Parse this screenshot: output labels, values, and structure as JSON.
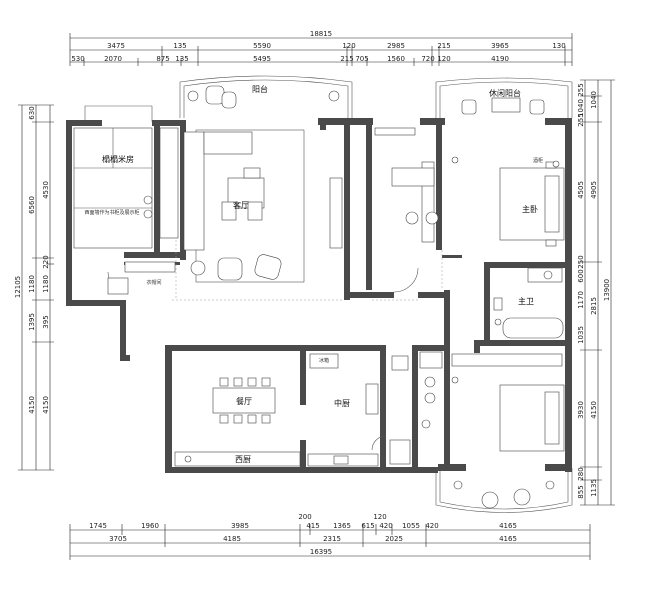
{
  "rooms": {
    "terrace_top": "阳台",
    "leisure_balcony": "休闲阳台",
    "study": "榻榻米房",
    "study_note": "西面墙作为书柜及展示柜",
    "living": "客厅",
    "master_bedroom": "主卧",
    "master_bath": "主卫",
    "dining": "餐厅",
    "kitchen": "中厨",
    "west_kitchen": "西厨",
    "fridge": "冰箱",
    "closet": "衣帽间",
    "wine": "酒柜"
  },
  "dims": {
    "top_total": "18815",
    "top_row1": [
      "3475",
      "135",
      "5590",
      "120",
      "2985",
      "215",
      "3965",
      "130"
    ],
    "top_row2": [
      "530",
      "2070",
      "875",
      "135",
      "5495",
      "215",
      "705",
      "1560",
      "720",
      "120",
      "4190"
    ],
    "bottom_row1": [
      "1745",
      "1960",
      "3985",
      "200",
      "415",
      "1365",
      "120",
      "615",
      "420",
      "1055",
      "420",
      "4165"
    ],
    "bottom_row2": [
      "3705",
      "4185",
      "2315",
      "2025",
      "4165"
    ],
    "bottom_total": "16395",
    "left_outer": [
      "630",
      "6560",
      "1180",
      "1395",
      "4150"
    ],
    "left_inner": [
      "4530",
      "220",
      "1180",
      "395",
      "4150"
    ],
    "left_total": "12105",
    "right_inner": [
      "255",
      "1040",
      "255",
      "4505",
      "250",
      "600",
      "1170",
      "1035",
      "3930",
      "280",
      "855"
    ],
    "right_outer": [
      "1040",
      "4905",
      "2815",
      "13900",
      "4150",
      "1135"
    ]
  }
}
